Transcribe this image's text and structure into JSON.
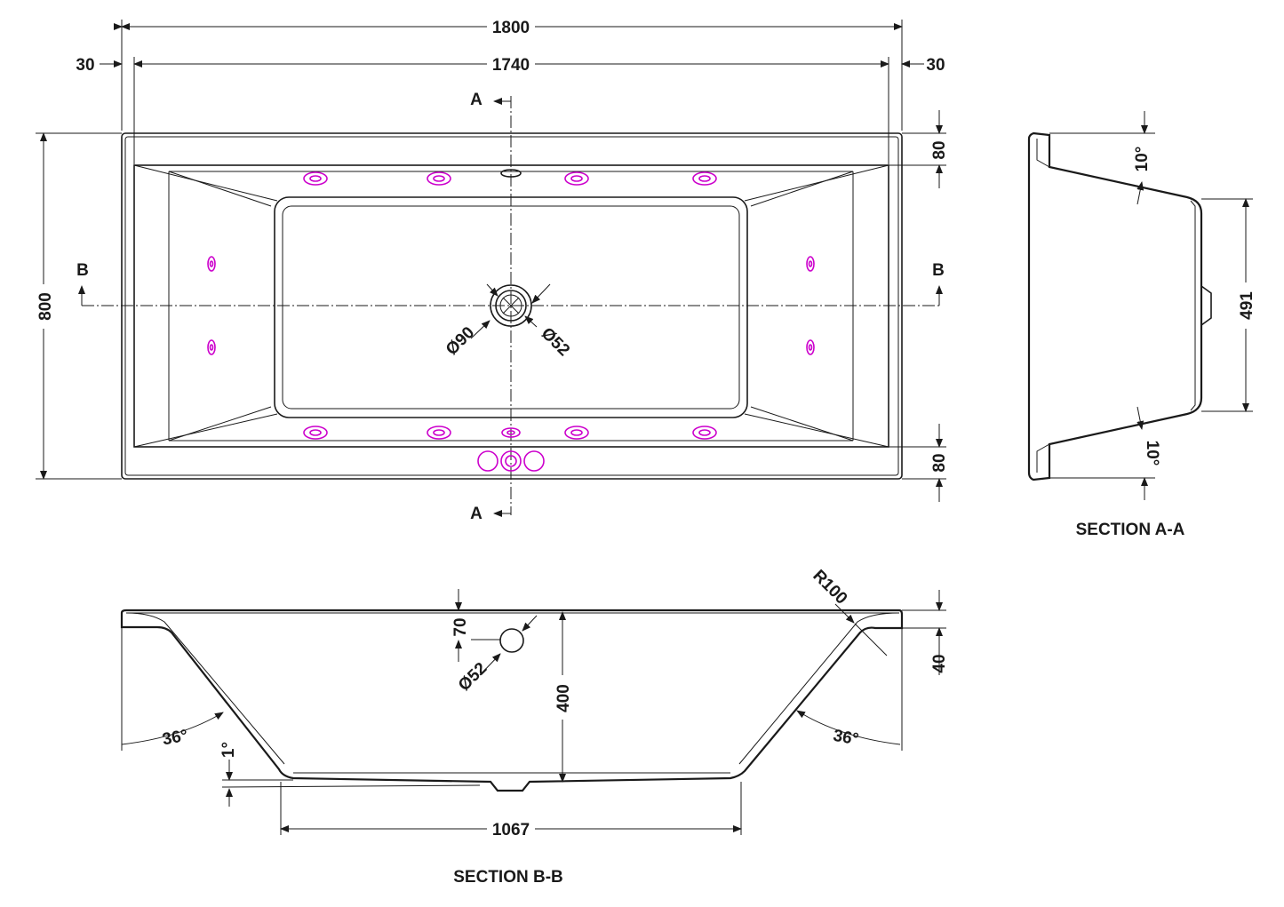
{
  "colors": {
    "line": "#1a1a1a",
    "jet": "#cc00cc",
    "background": "#ffffff"
  },
  "plan": {
    "width_overall": "1800",
    "width_inner": "1740",
    "margin_left": "30",
    "margin_right": "30",
    "height_overall": "800",
    "rim_top": "80",
    "rim_bottom": "80",
    "waste_outer": "Ø90",
    "waste_inner": "Ø52",
    "section_a_top": "A",
    "section_a_bottom": "A",
    "section_b_left": "B",
    "section_b_right": "B"
  },
  "section_aa": {
    "title": "SECTION A-A",
    "angle_top": "10°",
    "angle_bottom": "10°",
    "base_width": "491"
  },
  "section_bb": {
    "title": "SECTION B-B",
    "overflow_offset": "70",
    "overflow_diameter": "Ø52",
    "depth": "400",
    "rim_thickness": "40",
    "radius": "R100",
    "angle_left": "36°",
    "angle_right": "36°",
    "floor_slope": "1°",
    "base_length": "1067"
  }
}
